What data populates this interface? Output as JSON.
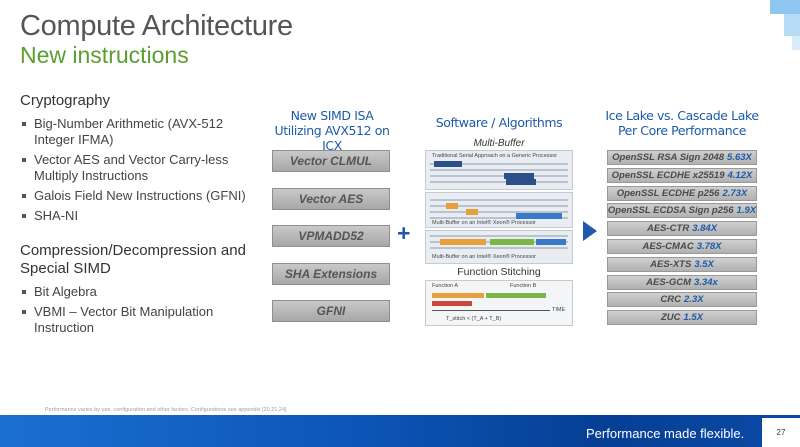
{
  "slide": {
    "title": "Compute Architecture",
    "subtitle": "New instructions",
    "page_number": "27",
    "footnote": "Performance varies by use, configuration and other factors. Configurations see appendix [20,21,24]",
    "tagline": "Performance made flexible."
  },
  "left": {
    "section1_heading": "Cryptography",
    "section1_items": [
      "Big-Number Arithmetic (AVX-512 Integer IFMA)",
      "Vector AES and Vector Carry-less Multiply Instructions",
      "Galois Field New Instructions (GFNI)",
      "SHA-NI"
    ],
    "section2_heading": "Compression/Decompression and  Special SIMD",
    "section2_items": [
      "Bit Algebra",
      "VBMI – Vector Bit Manipulation Instruction"
    ]
  },
  "isa": {
    "heading": "New SIMD ISA Utilizing AVX512 on ICX",
    "items": [
      "Vector CLMUL",
      "Vector AES",
      "VPMADD52",
      "SHA Extensions",
      "GFNI"
    ]
  },
  "software": {
    "heading": "Software / Algorithms",
    "multi_buffer_label": "Multi-Buffer",
    "function_stitching_label": "Function Stitching",
    "panel1_caption": "Traditional Serial Approach on a Generic Processor",
    "panel2_caption": "Multi-Buffer on an Intel® Xeon® Processor",
    "panel3_caption": "Multi-Buffer on an Intel® Xeon® Processor",
    "panel4_function_a": "Function A",
    "panel4_function_b": "Function B",
    "panel4_time": "TIME",
    "panel4_formula": "T_stitch < (T_A + T_B)"
  },
  "perf": {
    "heading": "Ice Lake vs. Cascade Lake Per Core Performance",
    "items": [
      {
        "label": "OpenSSL RSA Sign 2048",
        "value": "5.63X"
      },
      {
        "label": "OpenSSL ECDHE x25519",
        "value": "4.12X"
      },
      {
        "label": "OpenSSL ECDHE p256",
        "value": "2.73X"
      },
      {
        "label": "OpenSSL ECDSA Sign p256",
        "value": "1.9X"
      },
      {
        "label": "AES-CTR",
        "value": "3.84X"
      },
      {
        "label": "AES-CMAC",
        "value": "3.78X"
      },
      {
        "label": "AES-XTS",
        "value": "3.5X"
      },
      {
        "label": "AES-GCM",
        "value": "3.34x"
      },
      {
        "label": "CRC",
        "value": "2.3X"
      },
      {
        "label": "ZUC",
        "value": "1.5X"
      }
    ]
  },
  "colors": {
    "accent_blue": "#1e5aa8",
    "subtitle_green": "#5a9e2f",
    "footer_blue": "#0c55b7"
  },
  "icons": {
    "plus": "plus-icon",
    "arrow": "right-arrow-icon"
  }
}
